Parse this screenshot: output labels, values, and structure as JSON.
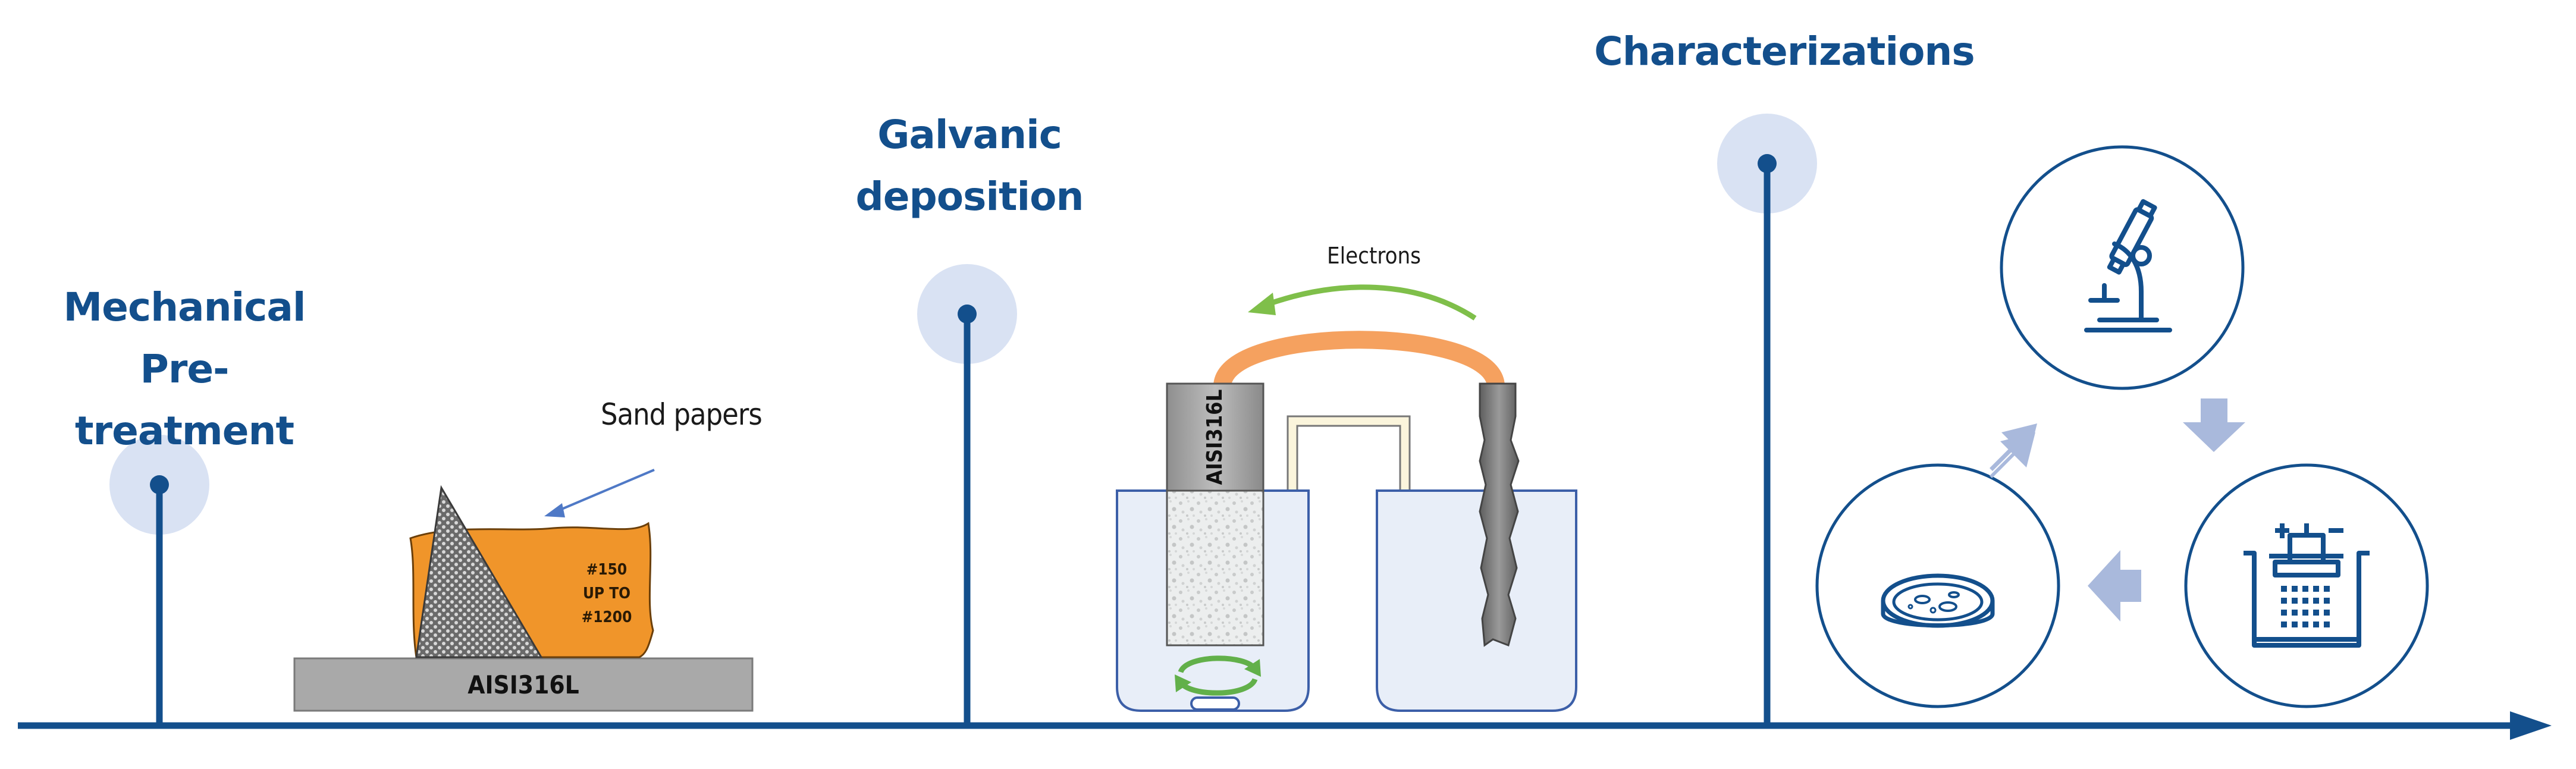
{
  "stages": [
    {
      "id": "mechanical",
      "title_line1": "Mechanical",
      "title_line2": "Pre-treatment"
    },
    {
      "id": "galvanic",
      "title_line1": "Galvanic",
      "title_line2": "deposition"
    },
    {
      "id": "characterization",
      "title_line1": "Characterizations"
    }
  ],
  "mechanical": {
    "sandpaper_callout": "Sand papers",
    "grit_line1": "#150",
    "grit_line2": "UP TO",
    "grit_line3": "#1200",
    "substrate_label": "AISI316L"
  },
  "galvanic": {
    "electrons_label": "Electrons",
    "electrode_label": "AISI316L"
  },
  "colors": {
    "timeline_blue": "#134f8c",
    "marker_halo": "#d9e2f3",
    "sandpaper_orange": "#f0952a",
    "wire_orange": "#f5a15f",
    "electron_arrow_green": "#7fbf4a",
    "substrate_gray": "#a9a9a9",
    "beaker_fill": "#e8eef8",
    "cycle_arrow_blue": "#a9b9dc"
  },
  "icons": [
    "microscope-icon",
    "electrochemical-cell-icon",
    "petri-dish-icon"
  ]
}
